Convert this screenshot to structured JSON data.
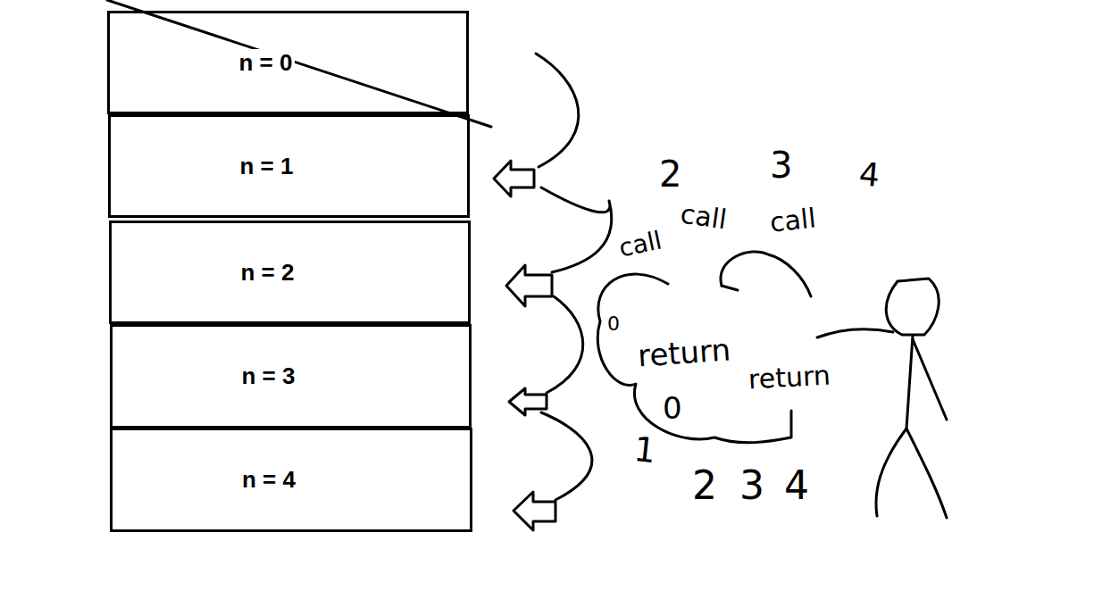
{
  "diagram": {
    "nodes": [
      {
        "text": [
          "n = 0"
        ]
      },
      {
        "text": [
          "n = 1"
        ]
      },
      {
        "text": [
          "n = 2"
        ]
      },
      {
        "text": [
          "n = 3"
        ]
      },
      {
        "text": [
          "n = 4"
        ]
      }
    ],
    "labels": [
      "2",
      "3",
      "4",
      "call",
      "call",
      "call",
      "0",
      "return",
      "0",
      "return",
      "1",
      "2",
      "3",
      "4"
    ]
  }
}
